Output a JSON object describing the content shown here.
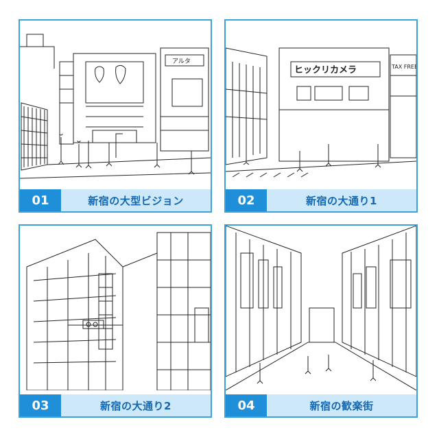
{
  "cards": [
    {
      "number": "01",
      "title": "新宿の大型ビジョン",
      "scene": "billboard-plaza",
      "signs": [
        "アルタ"
      ]
    },
    {
      "number": "02",
      "title": "新宿の大通り1",
      "scene": "street-corner",
      "signs": [
        "ヒックリカメラ",
        "TAX FREE"
      ]
    },
    {
      "number": "03",
      "title": "新宿の大通り2",
      "scene": "avenue-buildings",
      "signs": []
    },
    {
      "number": "04",
      "title": "新宿の歓楽街",
      "scene": "entertainment-district",
      "signs": []
    }
  ],
  "colors": {
    "border": "#39a4dc",
    "number_bg": "#1e8fd8",
    "title_bg": "#cde8f8",
    "title_text": "#1268b3"
  }
}
